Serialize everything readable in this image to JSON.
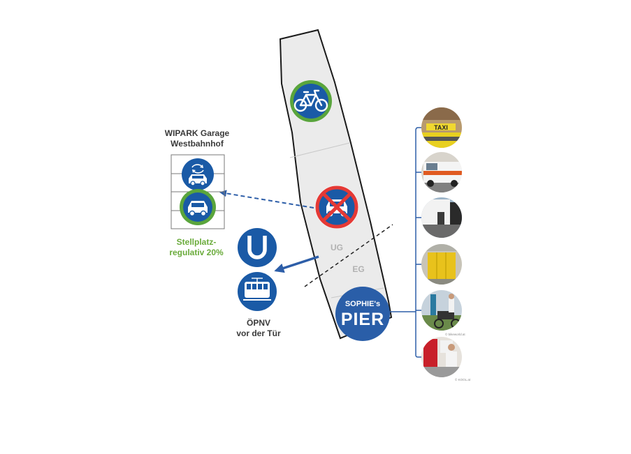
{
  "garage": {
    "title_line1": "WIPARK Garage",
    "title_line2": "Westbahnhof",
    "note_line1": "Stellplatz-",
    "note_line2": "regulativ 20%"
  },
  "transit": {
    "caption_line1": "ÖPNV",
    "caption_line2": "vor der Tür",
    "ubahn_letter": "U"
  },
  "building": {
    "level_underground": "UG",
    "level_ground": "EG"
  },
  "pier": {
    "label_top": "SOPHIE's",
    "label_main": "PIER"
  },
  "photos": {
    "items": [
      {
        "subject": "taxi"
      },
      {
        "subject": "ambulance"
      },
      {
        "subject": "delivery-truck"
      },
      {
        "subject": "parcel-locker"
      },
      {
        "subject": "cargo-bike",
        "credit": "© bikeworld.at"
      },
      {
        "subject": "delivery-person",
        "credit": "© KOOL.at"
      }
    ]
  },
  "colors": {
    "sign_blue": "#1a5aa6",
    "ring_green": "#5aa53c",
    "prohibition_red": "#e53935",
    "connector_blue": "#2d5ea8",
    "note_green": "#6aab3b",
    "building_fill": "#ebebeb"
  },
  "icons": [
    "bicycle-icon",
    "car-icon",
    "car-sharing-icon",
    "no-parking-icon",
    "u-bahn-icon",
    "tram-icon"
  ]
}
